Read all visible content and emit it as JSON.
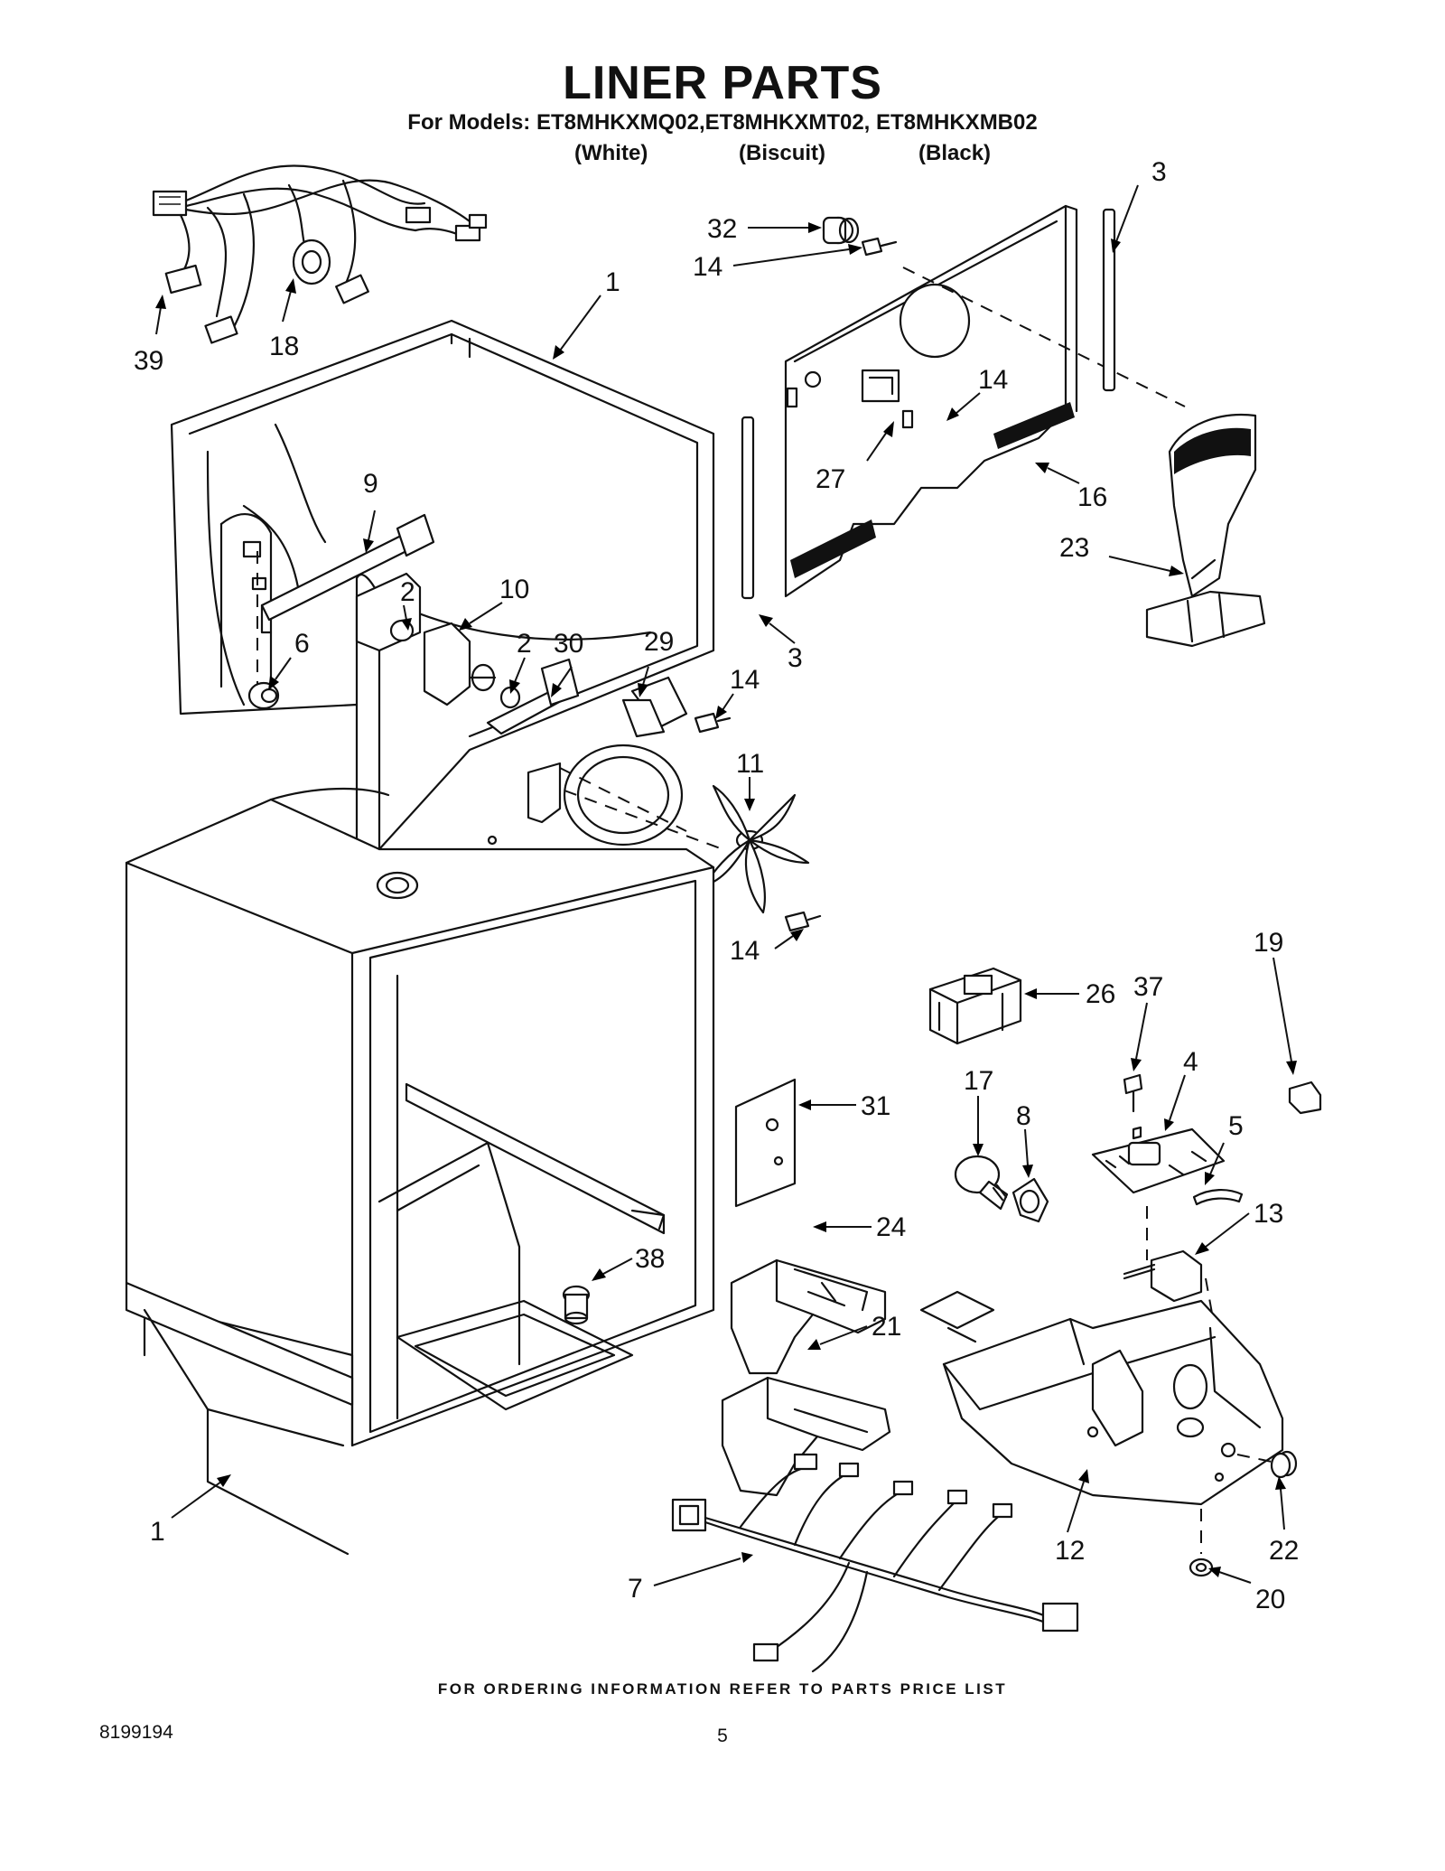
{
  "header": {
    "title": "LINER PARTS",
    "models_line": "For Models: ET8MHKXMQ02,ET8MHKXMT02, ET8MHKXMB02",
    "variants": [
      "(White)",
      "(Biscuit)",
      "(Black)"
    ]
  },
  "footer": {
    "ordering_note": "FOR ORDERING INFORMATION REFER TO PARTS PRICE LIST",
    "doc_number": "8199194",
    "page_number": "5"
  },
  "callouts": [
    "32",
    "14",
    "3",
    "1",
    "39",
    "18",
    "14",
    "27",
    "16",
    "23",
    "9",
    "2",
    "10",
    "6",
    "2",
    "30",
    "29",
    "14",
    "3",
    "11",
    "14",
    "19",
    "26",
    "37",
    "4",
    "17",
    "8",
    "5",
    "31",
    "13",
    "24",
    "38",
    "21",
    "12",
    "22",
    "1",
    "7",
    "20"
  ]
}
